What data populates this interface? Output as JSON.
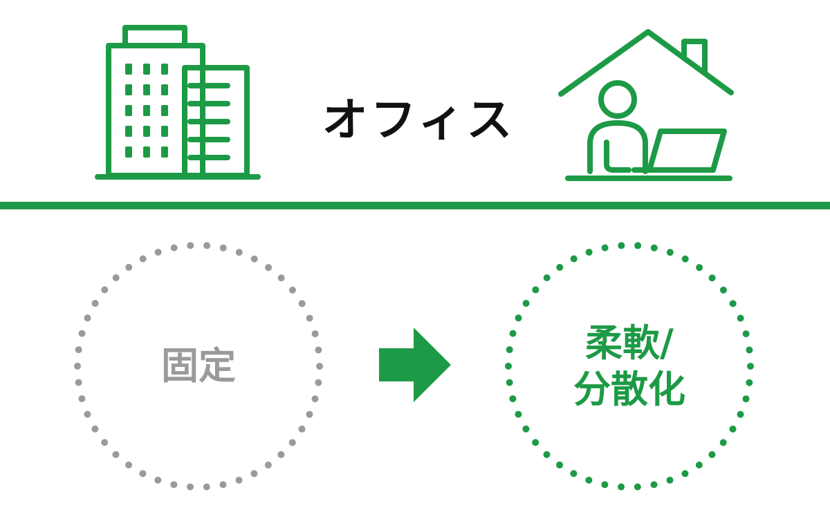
{
  "colors": {
    "accent": "#1d9a46",
    "inactive": "#9a9a9a",
    "title": "#111111",
    "background": "#ffffff"
  },
  "header": {
    "title": "オフィス",
    "left_icon": "office-building-icon",
    "right_icon": "home-office-worker-icon"
  },
  "transition": {
    "before": {
      "label": "固定"
    },
    "arrow_icon": "right-arrow-icon",
    "after": {
      "line1": "柔軟/",
      "line2": "分散化"
    }
  }
}
